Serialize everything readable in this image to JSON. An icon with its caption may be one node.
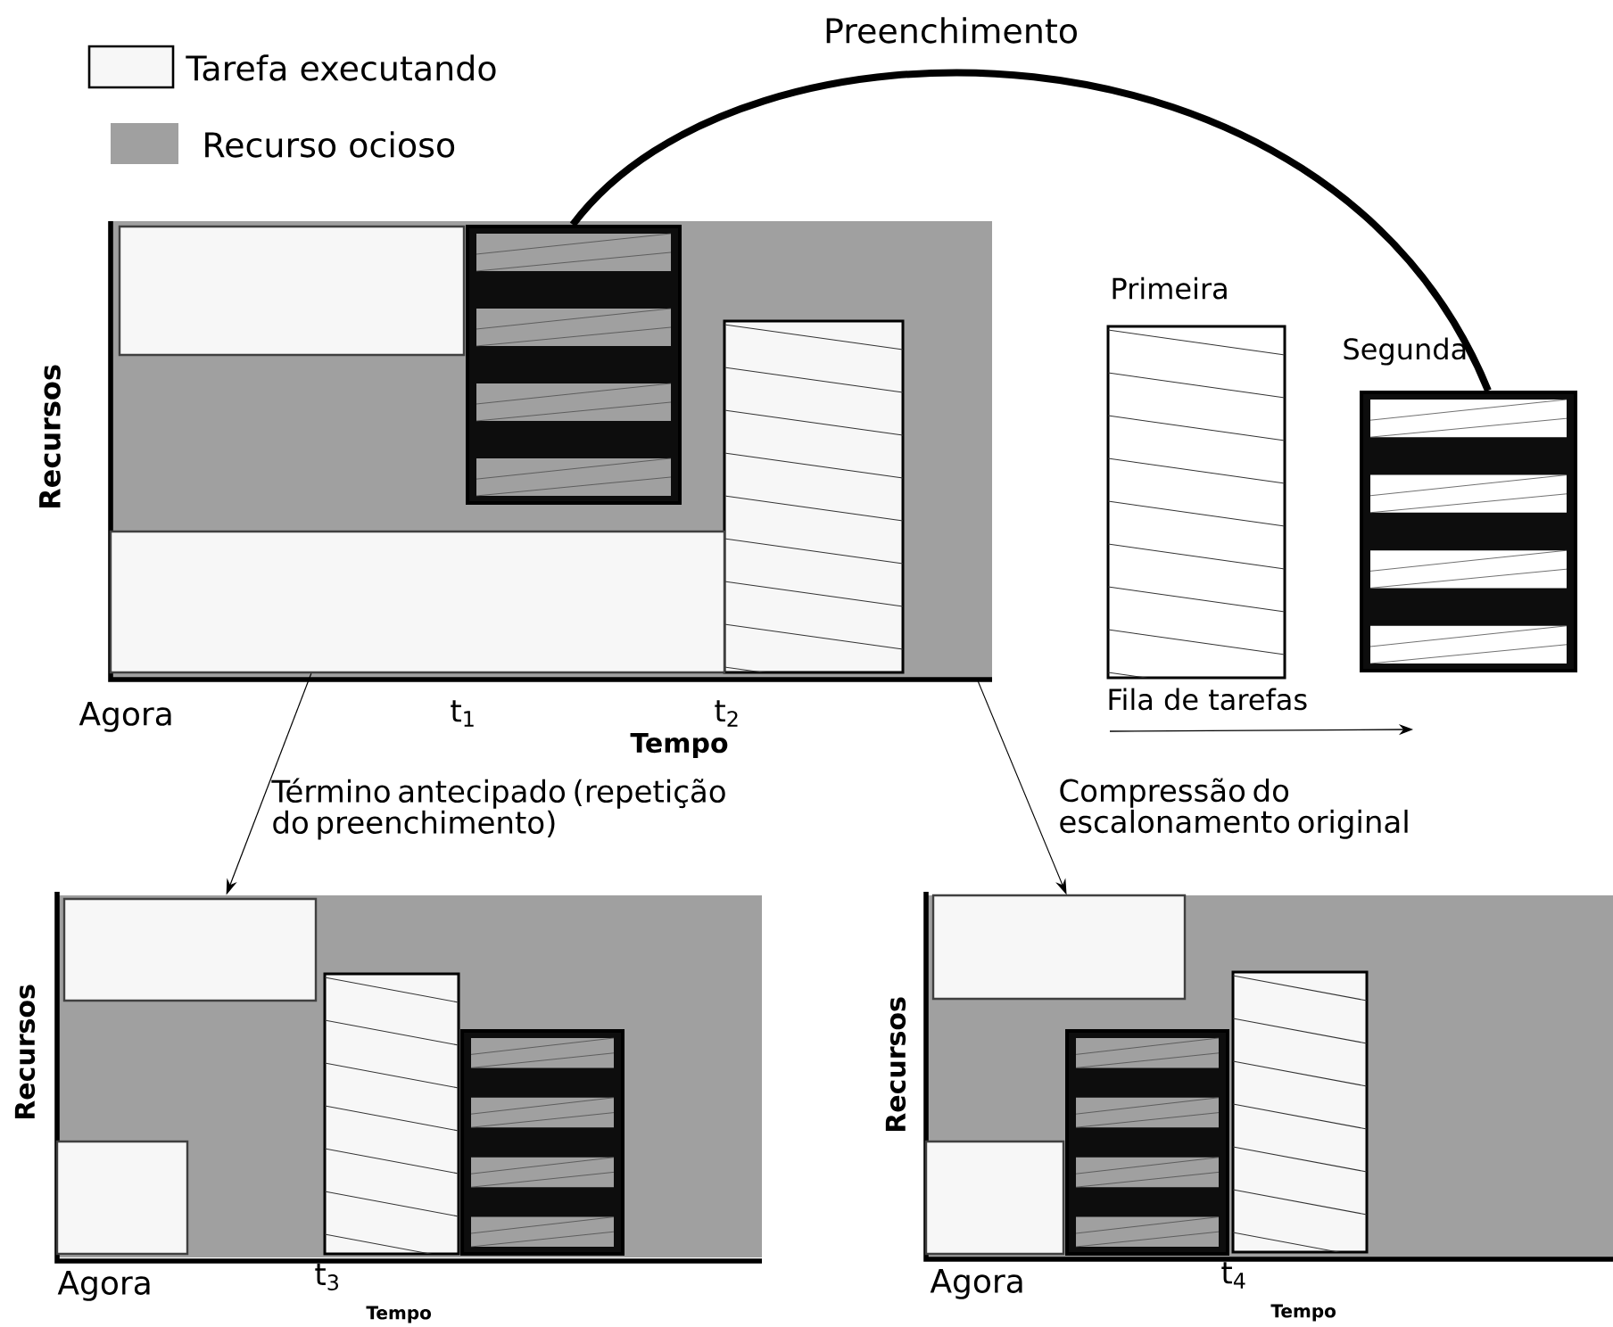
{
  "diagram": {
    "nodes": [
      {
        "text": [],
        "shape": "box"
      },
      {
        "text": [],
        "shape": "box",
        "in": 0
      },
      {
        "text": [],
        "shape": "box",
        "in": 0
      },
      {
        "text": [],
        "shape": "box",
        "in": 0
      },
      {
        "text": [],
        "shape": "box",
        "in": 0
      },
      {
        "text": [
          "Primeira"
        ]
      },
      {
        "text": [
          "Segunda"
        ]
      },
      {
        "text": [],
        "shape": "box"
      },
      {
        "text": [],
        "shape": "box",
        "in": 7
      },
      {
        "text": [],
        "shape": "box",
        "in": 7
      },
      {
        "text": [],
        "shape": "box",
        "in": 7
      },
      {
        "text": [],
        "shape": "box",
        "in": 7
      },
      {
        "text": [],
        "shape": "box"
      },
      {
        "text": [],
        "shape": "box",
        "in": 12
      },
      {
        "text": [],
        "shape": "box",
        "in": 12
      },
      {
        "text": [],
        "shape": "box",
        "in": 12
      },
      {
        "text": [],
        "shape": "box",
        "in": 12
      }
    ],
    "edges": [
      {
        "from": 6,
        "to": 2,
        "arrow": "none",
        "label": "Preenchimento",
        "style": "thick"
      },
      {
        "from": 4,
        "to": 7,
        "arrow": "to",
        "label": "Término antecipado (repetição do preenchimento)"
      },
      {
        "from": 0,
        "to": 12,
        "arrow": "to",
        "label": "Compressão do escalonamento original"
      }
    ],
    "labels": [
      "Recursos",
      "Agora",
      "t$_{1}$",
      "t$_{2}$",
      "Tempo",
      "Fila de tarefas",
      "Recursos",
      "Agora",
      "t$_{3}$",
      "Tempo",
      "Recursos",
      "Agora",
      "t$_{4}$",
      "Tempo"
    ],
    "legend": [
      {
        "text": "Tarefa executando",
        "color": "#f7f7f7"
      },
      {
        "text": "Recurso ocioso",
        "color": "#a0a0a0"
      }
    ]
  }
}
